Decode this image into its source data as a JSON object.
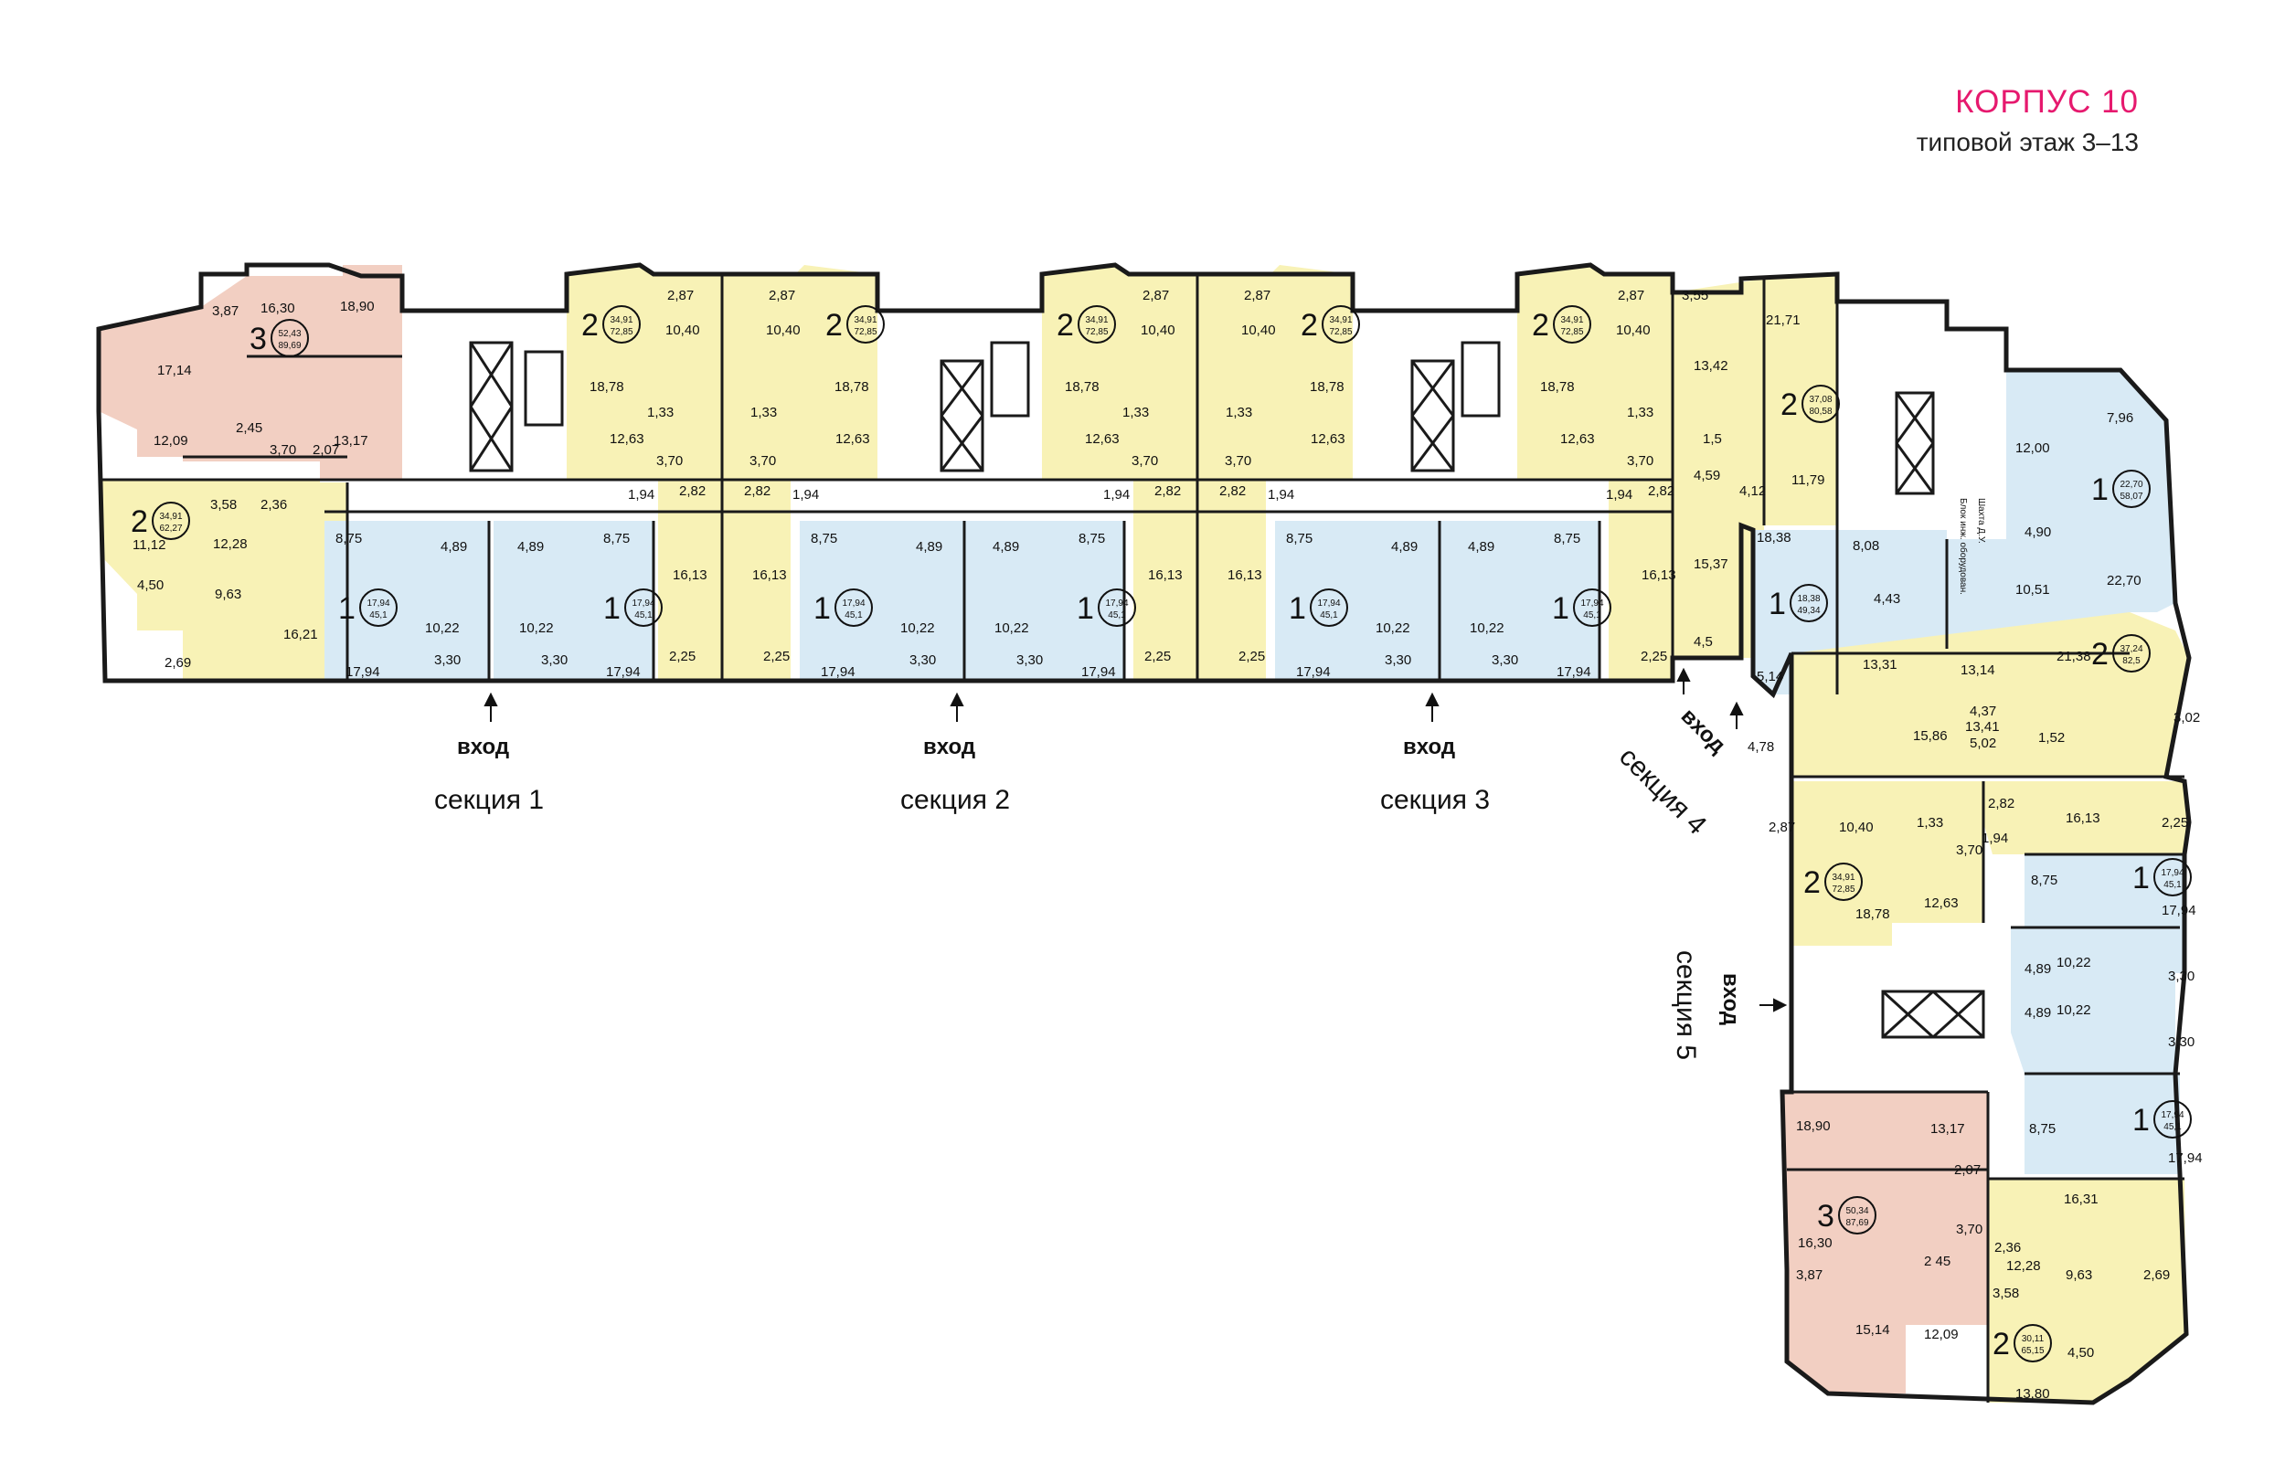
{
  "header": {
    "building": "КОРПУС 10",
    "floor": "типовой этаж 3–13"
  },
  "palette": {
    "one_room": "#d8eaf5",
    "two_room": "#f8f2b6",
    "three_room": "#f2cfc2",
    "wall": "#1a1a1a",
    "corridor": "#ffffff"
  },
  "sections": [
    {
      "label": "секция 1",
      "entrance": "вход"
    },
    {
      "label": "секция 2",
      "entrance": "вход"
    },
    {
      "label": "секция 3",
      "entrance": "вход"
    },
    {
      "label": "секция 4",
      "entrance": "вход"
    },
    {
      "label": "секция 5",
      "entrance": "вход"
    }
  ],
  "apartments": [
    {
      "id": "s1-a3",
      "rooms": "3",
      "living": "52,43",
      "total": "89,69"
    },
    {
      "id": "s1-a2w",
      "rooms": "2",
      "living": "34,91",
      "total": "62,27"
    },
    {
      "id": "s1-a1l",
      "rooms": "1",
      "living": "17,94",
      "total": "45,1"
    },
    {
      "id": "s1-a1r",
      "rooms": "1",
      "living": "17,94",
      "total": "45,1"
    },
    {
      "id": "s1-a2l",
      "rooms": "2",
      "living": "34,91",
      "total": "72,85"
    },
    {
      "id": "s1-a2r",
      "rooms": "2",
      "living": "34,91",
      "total": "72,85"
    },
    {
      "id": "s2-a1l",
      "rooms": "1",
      "living": "17,94",
      "total": "45,1"
    },
    {
      "id": "s2-a1r",
      "rooms": "1",
      "living": "17,94",
      "total": "45,1"
    },
    {
      "id": "s2-a2l",
      "rooms": "2",
      "living": "34,91",
      "total": "72,85"
    },
    {
      "id": "s2-a2r",
      "rooms": "2",
      "living": "34,91",
      "total": "72,85"
    },
    {
      "id": "s3-a1l",
      "rooms": "1",
      "living": "17,94",
      "total": "45,1"
    },
    {
      "id": "s3-a1r",
      "rooms": "1",
      "living": "17,94",
      "total": "45,1"
    },
    {
      "id": "s3-a2l",
      "rooms": "2",
      "living": "34,91",
      "total": "72,85"
    },
    {
      "id": "s4-a2t",
      "rooms": "2",
      "living": "37,08",
      "total": "80,58"
    },
    {
      "id": "s4-a1l",
      "rooms": "1",
      "living": "18,38",
      "total": "49,34"
    },
    {
      "id": "s4-a1r",
      "rooms": "1",
      "living": "22,70",
      "total": "58,07"
    },
    {
      "id": "s4-a2b",
      "rooms": "2",
      "living": "37,24",
      "total": "82,5"
    },
    {
      "id": "s5-a2t",
      "rooms": "2",
      "living": "34,91",
      "total": "72,85"
    },
    {
      "id": "s5-a1t",
      "rooms": "1",
      "living": "17,94",
      "total": "45,1"
    },
    {
      "id": "s5-a1b",
      "rooms": "1",
      "living": "17,94",
      "total": "45,1"
    },
    {
      "id": "s5-a3",
      "rooms": "3",
      "living": "50,34",
      "total": "87,69"
    },
    {
      "id": "s5-a2b",
      "rooms": "2",
      "living": "30,11",
      "total": "65,15"
    }
  ],
  "service_labels": {
    "utility": "Блок инж. оборудован.",
    "shaft": "Шахта Д.У."
  },
  "room_areas": {
    "s1": [
      "3,87",
      "16,30",
      "18,90",
      "17,14",
      "12,09",
      "2,45",
      "3,70",
      "2,07",
      "13,17",
      "3,58",
      "2,36",
      "11,12",
      "12,28",
      "4,50",
      "9,63",
      "16,21",
      "2,69",
      "8,75",
      "4,89",
      "4,89",
      "8,75",
      "10,22",
      "10,22",
      "3,30",
      "3,30",
      "17,94",
      "17,94",
      "2,87",
      "2,87",
      "10,40",
      "10,40",
      "18,78",
      "18,78",
      "12,63",
      "12,63",
      "1,33",
      "1,33",
      "3,70",
      "3,70",
      "1,94",
      "1,94",
      "2,82",
      "2,82",
      "16,13",
      "16,13",
      "2,25",
      "2,25"
    ],
    "s2": [
      "8,75",
      "4,89",
      "4,89",
      "8,75",
      "10,22",
      "10,22",
      "3,30",
      "3,30",
      "17,94",
      "17,94",
      "2,87",
      "2,87",
      "10,40",
      "10,40",
      "18,78",
      "18,78",
      "12,63",
      "12,63",
      "1,33",
      "1,33",
      "3,70",
      "3,70",
      "1,94",
      "1,94",
      "2,82",
      "2,82",
      "16,13",
      "16,13",
      "2,25",
      "2,25"
    ],
    "s3": [
      "8,75",
      "4,89",
      "4,89",
      "8,75",
      "10,22",
      "10,22",
      "3,30",
      "3,30",
      "17,94",
      "17,94",
      "2,87",
      "10,40",
      "18,78",
      "12,63",
      "1,33",
      "3,70",
      "1,94",
      "2,82",
      "16,13",
      "2,25"
    ],
    "s4": [
      "3,55",
      "13,42",
      "21,71",
      "1,5",
      "4,59",
      "4,12",
      "11,79",
      "15,37",
      "4,5",
      "18,38",
      "8,08",
      "4,43",
      "13,31",
      "5,14",
      "12,00",
      "7,96",
      "4,90",
      "10,51",
      "22,70",
      "21,38",
      "13,14",
      "4,37",
      "1,52",
      "13,41",
      "3,02",
      "4,78",
      "15,86",
      "5,02"
    ],
    "s5": [
      "2,87",
      "10,40",
      "1,33",
      "3,70",
      "2,82",
      "1,94",
      "16,13",
      "2,25",
      "18,78",
      "12,63",
      "8,75",
      "17,94",
      "4,89",
      "10,22",
      "3,30",
      "4,89",
      "10,22",
      "3,30",
      "8,75",
      "17,94",
      "18,90",
      "13,17",
      "2,07",
      "3,70",
      "16,30",
      "2 45",
      "2,36",
      "12,28",
      "16,31",
      "3,87",
      "3,58",
      "9,63",
      "2,69",
      "15,14",
      "12,09",
      "4,50",
      "13,80"
    ]
  }
}
